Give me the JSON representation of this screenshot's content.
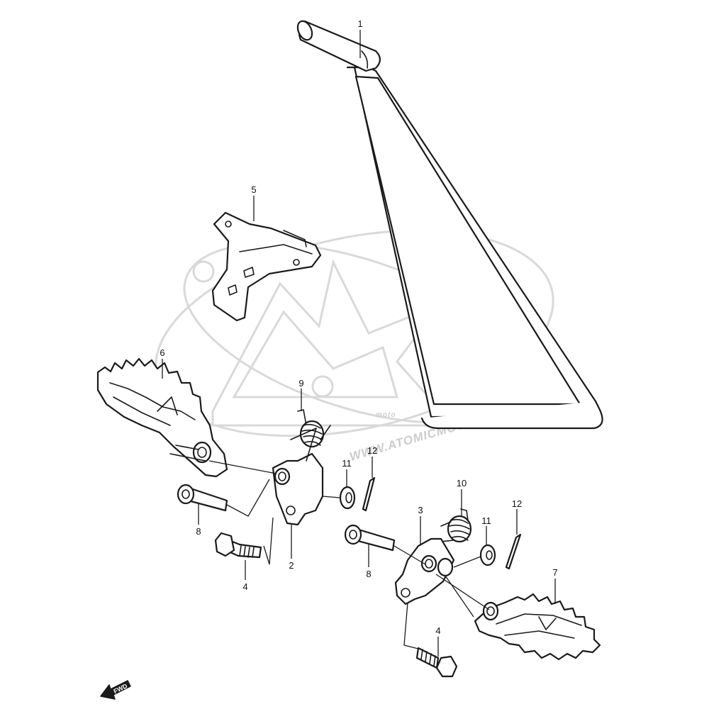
{
  "diagram": {
    "callouts": [
      {
        "id": "c1a",
        "label": "1"
      },
      {
        "id": "c5",
        "label": "5"
      },
      {
        "id": "c6",
        "label": "6"
      },
      {
        "id": "c9",
        "label": "9"
      },
      {
        "id": "c12a",
        "label": "12"
      },
      {
        "id": "c11a",
        "label": "11"
      },
      {
        "id": "c10",
        "label": "10"
      },
      {
        "id": "c3",
        "label": "3"
      },
      {
        "id": "c12b",
        "label": "12"
      },
      {
        "id": "c11b",
        "label": "11"
      },
      {
        "id": "c8a",
        "label": "8"
      },
      {
        "id": "c2",
        "label": "2"
      },
      {
        "id": "c4a",
        "label": "4"
      },
      {
        "id": "c8b",
        "label": "8"
      },
      {
        "id": "c7",
        "label": "7"
      },
      {
        "id": "c4b",
        "label": "4"
      }
    ],
    "watermark": {
      "url_text": "WWW.ATOMICMOTO.FR",
      "logo_text": "moto"
    },
    "fwd_label": "FWD",
    "colors": {
      "line": "#1a1a1a",
      "watermark": "#d9d9d9",
      "background": "#ffffff"
    }
  }
}
